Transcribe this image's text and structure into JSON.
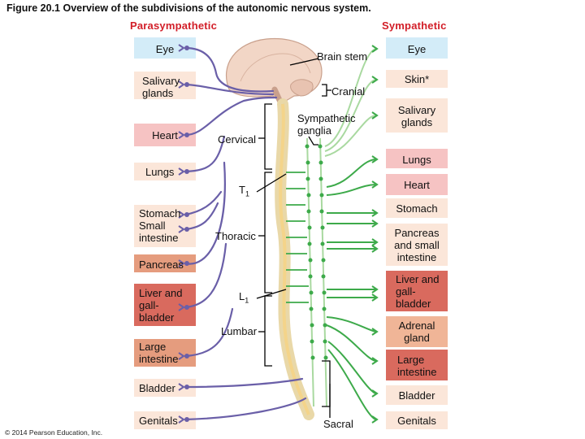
{
  "title": "Figure 20.1 Overview of the subdivisions of the autonomic nervous system.",
  "headers": {
    "parasympathetic": "Parasympathetic",
    "sympathetic": "Sympathetic"
  },
  "parasympathetic_organs": {
    "eye": "Eye",
    "salivary": "Salivary glands",
    "heart": "Heart",
    "lungs": "Lungs",
    "stomach": "Stomach Small intestine",
    "pancreas": "Pancreas",
    "liver": "Liver and gall- bladder",
    "large_intestine": "Large intestine",
    "bladder": "Bladder",
    "genitals": "Genitals"
  },
  "sympathetic_organs": {
    "eye": "Eye",
    "skin": "Skin*",
    "salivary": "Salivary glands",
    "lungs": "Lungs",
    "heart": "Heart",
    "stomach": "Stomach",
    "pancreas": "Pancreas and small intestine",
    "liver": "Liver and gall- bladder",
    "adrenal": "Adrenal gland",
    "large_intestine": "Large intestine",
    "bladder": "Bladder",
    "genitals": "Genitals"
  },
  "labels": {
    "brain_stem": "Brain stem",
    "cranial": "Cranial",
    "sympathetic_ganglia": "Sympathetic ganglia",
    "cervical": "Cervical",
    "t1": "T",
    "t1_sub": "1",
    "thoracic": "Thoracic",
    "l1": "L",
    "l1_sub": "1",
    "lumbar": "Lumbar",
    "sacral": "Sacral"
  },
  "copyright": "© 2014 Pearson Education, Inc.",
  "colors": {
    "parasympathetic_nerve": "#6a5fa8",
    "sympathetic_nerve": "#3daa4a",
    "sympathetic_light": "#a9d9a0",
    "title_red": "#d21e28",
    "box_blue": "#d3ecf8",
    "box_peach": "#fbe6d9",
    "box_rose": "#f6c3c3",
    "box_salmon": "#e59c7e",
    "box_lightsalmon": "#f0b597",
    "box_darkrose": "#d96a5e"
  }
}
